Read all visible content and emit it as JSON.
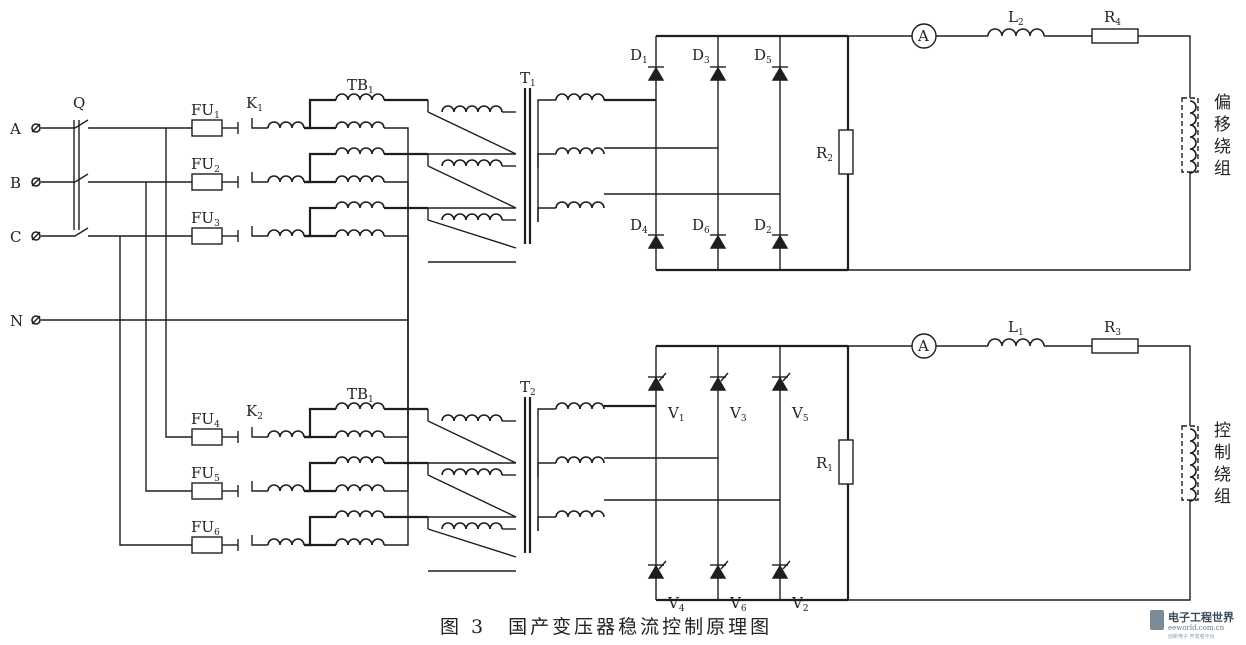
{
  "caption": "图 3　国产变压器稳流控制原理图",
  "phases": [
    "A",
    "B",
    "C",
    "N"
  ],
  "switch_label": "Q",
  "fuses": [
    {
      "main": "FU",
      "sub": "1"
    },
    {
      "main": "FU",
      "sub": "2"
    },
    {
      "main": "FU",
      "sub": "3"
    },
    {
      "main": "FU",
      "sub": "4"
    },
    {
      "main": "FU",
      "sub": "5"
    },
    {
      "main": "FU",
      "sub": "6"
    }
  ],
  "contactors": [
    {
      "main": "K",
      "sub": "1"
    },
    {
      "main": "K",
      "sub": "2"
    }
  ],
  "balancers": [
    {
      "main": "TB",
      "sub": "1"
    },
    {
      "main": "TB",
      "sub": "1"
    }
  ],
  "transformers": [
    {
      "main": "T",
      "sub": "1"
    },
    {
      "main": "T",
      "sub": "2"
    }
  ],
  "diodes": [
    {
      "main": "D",
      "sub": "1"
    },
    {
      "main": "D",
      "sub": "3"
    },
    {
      "main": "D",
      "sub": "5"
    },
    {
      "main": "D",
      "sub": "4"
    },
    {
      "main": "D",
      "sub": "6"
    },
    {
      "main": "D",
      "sub": "2"
    }
  ],
  "thyristors": [
    {
      "main": "V",
      "sub": "1"
    },
    {
      "main": "V",
      "sub": "3"
    },
    {
      "main": "V",
      "sub": "5"
    },
    {
      "main": "V",
      "sub": "4"
    },
    {
      "main": "V",
      "sub": "6"
    },
    {
      "main": "V",
      "sub": "2"
    }
  ],
  "resistors": [
    {
      "main": "R",
      "sub": "2"
    },
    {
      "main": "R",
      "sub": "4"
    },
    {
      "main": "R",
      "sub": "1"
    },
    {
      "main": "R",
      "sub": "3"
    }
  ],
  "inductors": [
    {
      "main": "L",
      "sub": "2"
    },
    {
      "main": "L",
      "sub": "1"
    }
  ],
  "ammeter_symbol": "A",
  "windings": [
    {
      "label": [
        "偏",
        "移",
        "绕",
        "组"
      ]
    },
    {
      "label": [
        "控",
        "制",
        "绕",
        "组"
      ]
    }
  ],
  "watermark": {
    "title": "电子工程世界",
    "site": "eeworld.com.cn",
    "tagline": "创新电子  开发者平台"
  }
}
